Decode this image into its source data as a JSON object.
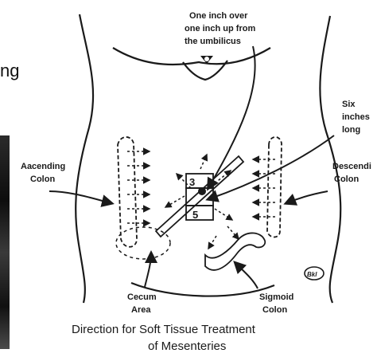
{
  "labels": {
    "umbilicus_note": [
      "One inch over",
      "one inch up from",
      "the umbilicus"
    ],
    "length_note": [
      "Six",
      "inches",
      "long"
    ],
    "ascending": [
      "Aacending",
      "Colon"
    ],
    "descending": [
      "Descendi",
      "Colon"
    ],
    "cecum": [
      "Cecum",
      "Area"
    ],
    "sigmoid": [
      "Sigmoid",
      "Colon"
    ],
    "box_numbers": [
      "3",
      "5"
    ],
    "stamp": "Bkl"
  },
  "caption": [
    "Direction for Soft Tissue Treatment",
    "of Mesenteries"
  ],
  "cropped_text": "ng",
  "colors": {
    "ink": "#1a1a1a",
    "background": "#ffffff"
  }
}
